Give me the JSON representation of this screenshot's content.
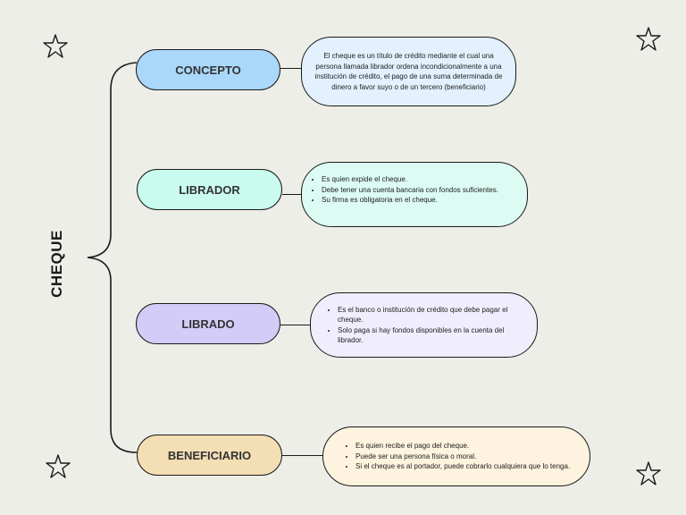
{
  "title": "CHEQUE",
  "nodes": [
    {
      "label": "CONCEPTO",
      "color": "#a9d8fb",
      "text": "El cheque es un título de crédito mediante el cual una persona llamada librador ordena incondicionalmente a una institución de crédito, el pago de una suma determinada de dinero a favor suyo o de un tercero (beneficiario)"
    },
    {
      "label": "LIBRADOR",
      "color": "#c9fbee",
      "items": [
        "Es quien expide el cheque.",
        "Debe tener una cuenta bancaria con fondos suficientes.",
        "Su firma es obligatoria en el cheque."
      ]
    },
    {
      "label": "LIBRADO",
      "color": "#d2ccf7",
      "items": [
        "Es el banco o institución de crédito que debe pagar el cheque.",
        "Solo paga si hay fondos disponibles en la cuenta del librador."
      ]
    },
    {
      "label": "BENEFICIARIO",
      "color": "#f4deb4",
      "items": [
        "Es quien recibe el pago del cheque.",
        "Puede ser una persona física o moral.",
        "Si el cheque es al portador, puede cobrarlo cualquiera que lo tenga."
      ]
    }
  ],
  "colors": {
    "background": "#eeeee8",
    "line": "#1a1a1a",
    "concepto_box": "#e2f1fd",
    "librador_box": "#dcfbf3",
    "librado_box": "#f0eefc",
    "beneficiario_box": "#fdf3de"
  },
  "icons": [
    "star-icon",
    "star-icon",
    "star-icon",
    "star-icon"
  ]
}
